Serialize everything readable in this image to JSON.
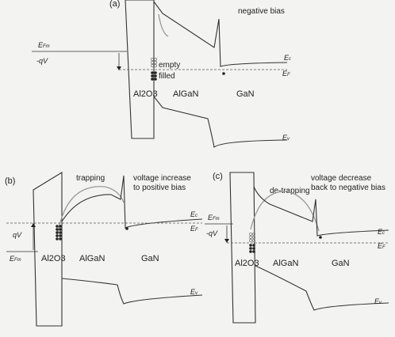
{
  "panels": {
    "a": {
      "label": "(a)",
      "condition": "negative bias",
      "levels": {
        "fermi_metal": "E",
        "fermi_metal_sub": "Fm",
        "voltage": "-qV",
        "conduction": "E",
        "conduction_sub": "c",
        "fermi": "E",
        "fermi_sub": "F",
        "valence": "E",
        "valence_sub": "v"
      },
      "states": {
        "empty": "empty",
        "filled": "filled"
      },
      "materials": {
        "oxide": "Al2O3",
        "barrier": "AlGaN",
        "channel": "GaN"
      }
    },
    "b": {
      "label": "(b)",
      "process": "trapping",
      "condition_line1": "voltage increase",
      "condition_line2": "to positive bias",
      "levels": {
        "voltage": "qV",
        "fermi_metal": "E",
        "fermi_metal_sub": "Fm",
        "conduction": "E",
        "conduction_sub": "c",
        "fermi": "E",
        "fermi_sub": "F",
        "valence": "E",
        "valence_sub": "v"
      },
      "materials": {
        "oxide": "Al2O3",
        "barrier": "AlGaN",
        "channel": "GaN"
      }
    },
    "c": {
      "label": "(c)",
      "process": "de-trapping",
      "condition_line1": "voltage decrease",
      "condition_line2": "back to negative bias",
      "levels": {
        "fermi_metal": "E",
        "fermi_metal_sub": "Fm",
        "voltage": "-qV",
        "conduction": "E",
        "conduction_sub": "c",
        "fermi": "E",
        "fermi_sub": "F",
        "valence": "E",
        "valence_sub": "v"
      },
      "materials": {
        "oxide": "Al2O3",
        "barrier": "AlGaN",
        "channel": "GaN"
      }
    }
  }
}
